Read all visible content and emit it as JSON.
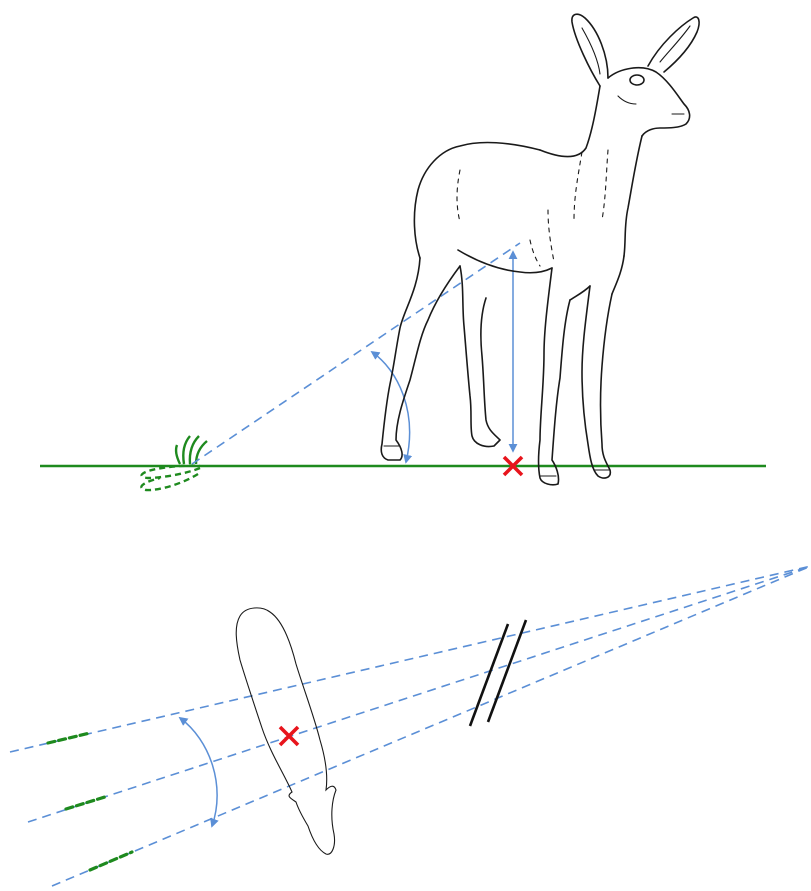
{
  "colors": {
    "ground": "#1e8a1e",
    "sightline": "#5b8fd6",
    "marker": "#e8141c",
    "outline": "#1a1a1a"
  },
  "icons": {
    "upper_panel": [
      "deer-illustration",
      "grass-tuft-icon",
      "ground-line",
      "angle-arc-icon",
      "height-arrow-icon",
      "red-x-marker"
    ],
    "lower_panel": [
      "deer-silhouette-top-view",
      "red-x-marker",
      "angle-arc-icon",
      "break-mark-icon",
      "convergence-point"
    ]
  }
}
